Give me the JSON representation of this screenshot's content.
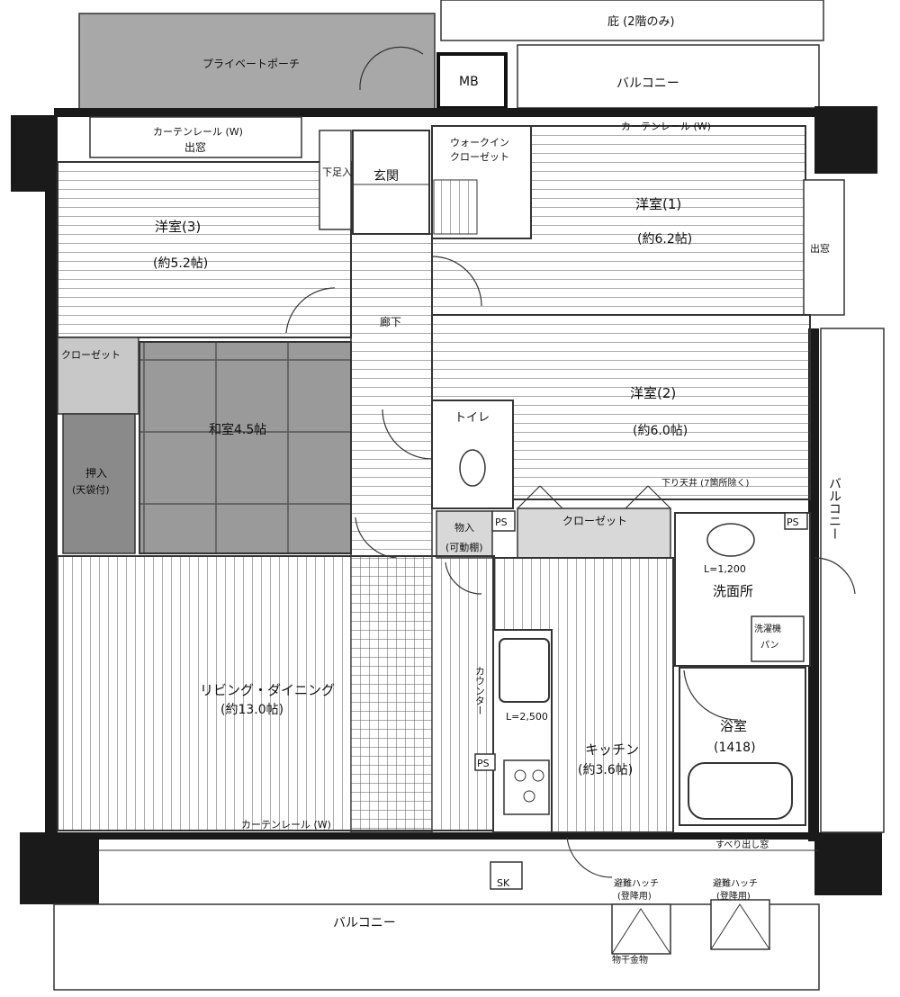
{
  "labels": {
    "garden": "庇 (2階のみ)",
    "private_porch": "プライベートポーチ",
    "mb": "MB",
    "balcony_top": "バルコニー",
    "curtain_rail_w1": "カーテンレール (W)",
    "bay_window_top": "出窓",
    "curtain_rail_w2": "カーテンレール (W)",
    "walkin_closet_1": "ウォークイン",
    "walkin_closet_2": "クローゼット",
    "shoe_cupboard": "下足入",
    "entrance": "玄関",
    "west_room_3": "洋室(3)",
    "west_room_3_size": "(約5.2帖)",
    "west_room_1": "洋室(1)",
    "west_room_1_size": "(約6.2帖)",
    "bay_window_right": "出窓",
    "hallway": "廊下",
    "closet_left": "クローゼット",
    "japanese_room": "和室4.5帖",
    "oshiire_1": "押入",
    "oshiire_2": "(天袋付)",
    "west_room_2": "洋室(2)",
    "west_room_2_size": "(約6.0帖)",
    "toilet": "トイレ",
    "lowered_ceiling": "下り天井 (7箇所除く)",
    "storage_1": "物入",
    "storage_2": "(可動棚)",
    "ps_1": "PS",
    "closet_mid": "クローゼット",
    "ps_2": "PS",
    "l1200": "L=1,200",
    "washroom": "洗面所",
    "washer_pan_1": "洗濯機",
    "washer_pan_2": "パン",
    "balcony_right": "バルコニー",
    "living_dining": "リビング・ダイニング",
    "living_dining_size": "(約13.0帖)",
    "counter": "カウンター",
    "l2500": "L=2,500",
    "ps_3": "PS",
    "kitchen": "キッチン",
    "kitchen_size": "(約3.6帖)",
    "bathroom": "浴室",
    "bathroom_size": "(1418)",
    "curtain_rail_w3": "カーテンレール (W)",
    "slide_window": "すべり出し窓",
    "sk": "SK",
    "escape_hatch_1a": "避難ハッチ",
    "escape_hatch_1b": "(登降用)",
    "escape_hatch_2a": "避難ハッチ",
    "escape_hatch_2b": "(登降用)",
    "balcony_bottom": "バルコニー",
    "laundry_fitting": "物干金物"
  }
}
